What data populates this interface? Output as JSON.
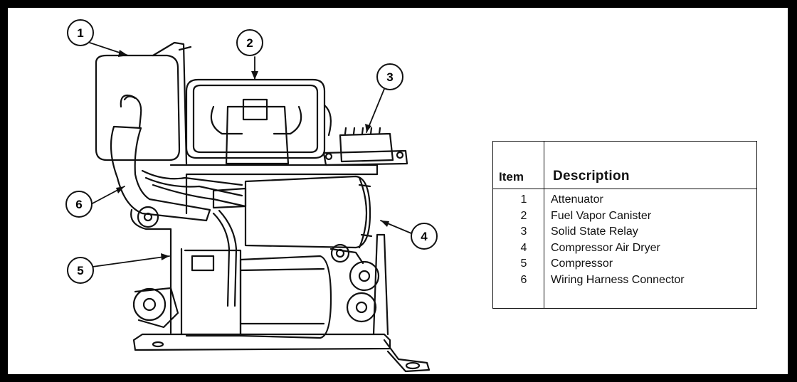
{
  "callouts": [
    "1",
    "2",
    "3",
    "4",
    "5",
    "6"
  ],
  "legend": {
    "header_item": "Item",
    "header_description": "Description",
    "rows": [
      {
        "item": "1",
        "description": "Attenuator"
      },
      {
        "item": "2",
        "description": "Fuel Vapor Canister"
      },
      {
        "item": "3",
        "description": "Solid State Relay"
      },
      {
        "item": "4",
        "description": "Compressor Air Dryer"
      },
      {
        "item": "5",
        "description": "Compressor"
      },
      {
        "item": "6",
        "description": "Wiring Harness Connector"
      }
    ]
  }
}
